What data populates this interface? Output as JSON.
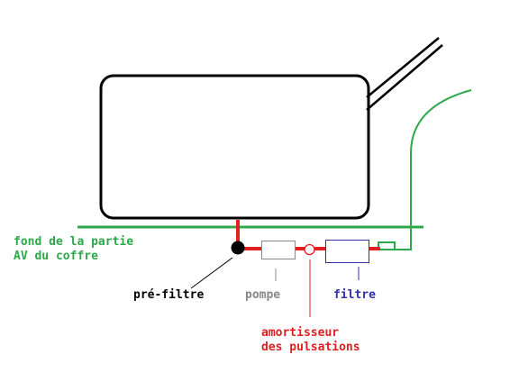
{
  "labels": {
    "floor": {
      "line1": "fond de la partie",
      "line2": "AV du coffre"
    },
    "prefilter": "pré-filtre",
    "pump": "pompe",
    "filter": "filtre",
    "damper": {
      "line1": "amortisseur",
      "line2": "des pulsations"
    }
  },
  "colors": {
    "floor": "#2ea84a",
    "fuel_line": "#e02020",
    "prefilter": "#000000",
    "pump": "#888888",
    "filter": "#3030b0",
    "damper": "#e02020",
    "outline": "#000000"
  }
}
